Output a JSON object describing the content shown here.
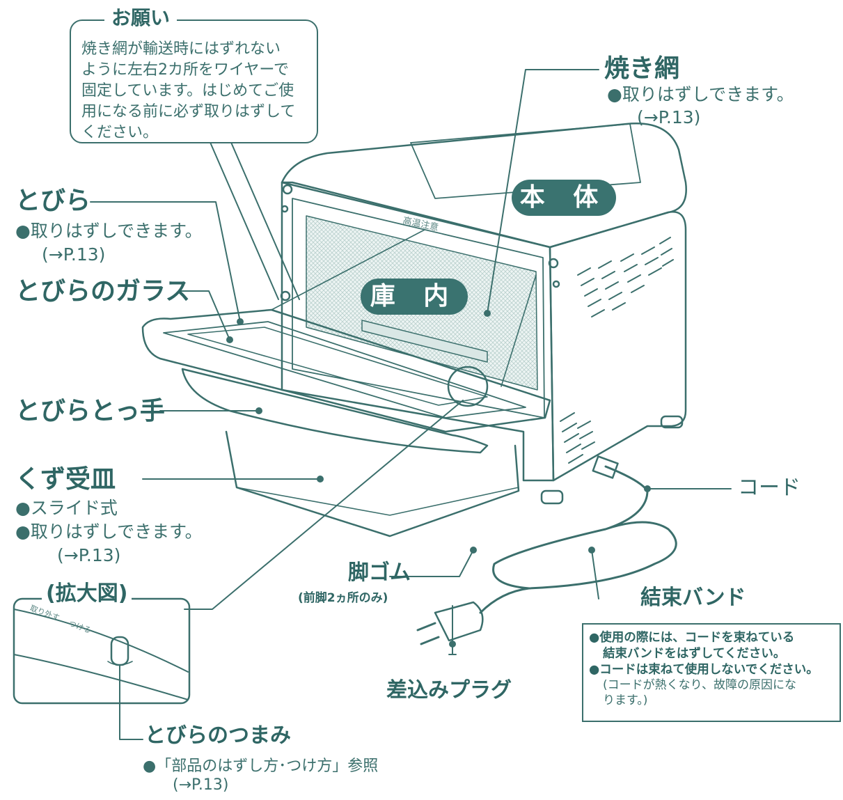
{
  "request": {
    "title": "お願い",
    "lines": [
      "焼き網が輸送時にはずれない",
      "ように左右2カ所をワイヤーで",
      "固定しています。はじめてご使",
      "用になる前に必ず取りはずして",
      "ください。"
    ]
  },
  "grill_net": {
    "label": "焼き網",
    "note": "●取りはずしできます。",
    "ref": "(→P.13)"
  },
  "body_label": "本 体",
  "interior_label": "庫 内",
  "oven_print": "高温注意",
  "door": {
    "label": "とびら",
    "note": "●取りはずしできます。",
    "ref": "(→P.13)"
  },
  "door_glass": {
    "label": "とびらのガラス"
  },
  "door_handle": {
    "label": "とびらとっ手"
  },
  "crumb_tray": {
    "label": "くず受皿",
    "note1": "●スライド式",
    "note2": "●取りはずしできます。",
    "ref": "(→P.13)"
  },
  "cord": {
    "label": "コード"
  },
  "rubber_feet": {
    "label": "脚ゴム",
    "note": "(前脚2ヵ所のみ)"
  },
  "binding_band": {
    "label": "結束バンド"
  },
  "plug": {
    "label": "差込みプラグ"
  },
  "enlarged": {
    "label": "(拡大図)",
    "print_left": "取り外す",
    "print_right": "つける"
  },
  "door_knob": {
    "label": "とびらのつまみ",
    "note": "●「部品のはずし方･つけ方」参照",
    "ref": "(→P.13)"
  },
  "caution": {
    "line1": "●使用の際には、コードを束ねている",
    "line2": "結束バンドをはずしてください。",
    "line3": "●コードは束ねて使用しないでください。",
    "line4": "(コードが熱くなり、故障の原因にな",
    "line5": "ります。)"
  },
  "colors": {
    "ink": "#3b6f6c",
    "pill": "#3a7370",
    "mesh": "#d8e6e4"
  }
}
